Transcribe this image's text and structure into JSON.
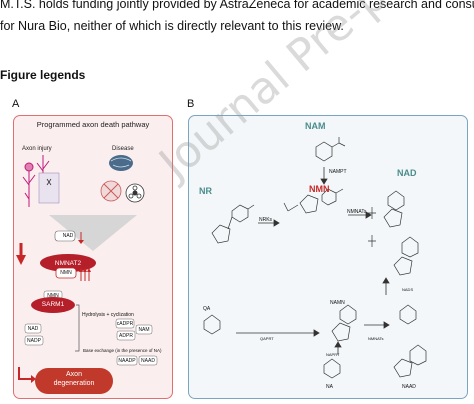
{
  "text": {
    "line1": "M.T.S. holds funding jointly provided by AstraZeneca for academic research and consult",
    "line2": "for Nura Bio, neither of which is directly relevant to this review.",
    "figure_legends": "Figure legends",
    "label_a": "A",
    "label_b": "B"
  },
  "panel_a": {
    "title": "Programmed axon death pathway",
    "axon_injury": "Axon injury",
    "disease": "Disease",
    "nad": "NAD",
    "nmnat2": "NMNAT2",
    "nmn": "NMN",
    "sarm1_nmn": "NMN",
    "sarm1": "SARM1",
    "hydrolysis": "Hydrolysis + cyclization",
    "cadpr": "cADPR",
    "nam": "NAM",
    "adpr": "ADPR",
    "nad2": "NAD",
    "nadp": "NADP",
    "base_exchange": "Base exchange (in the presence of NA)",
    "naadp": "NAADP",
    "naad": "NAAD",
    "axon_degeneration_1": "Axon",
    "axon_degeneration_2": "degeneration"
  },
  "panel_b": {
    "nam": "NAM",
    "nampt": "NAMPT",
    "nmn": "NMN",
    "nad": "NAD",
    "nr": "NR",
    "nrks": "NRKs",
    "nmnats": "NMNATs",
    "qa": "QA",
    "namn": "NAMN",
    "qaprt": "QAPRT",
    "nmnats2": "NMNATs",
    "nads": "NADS",
    "naprt": "NAPRT",
    "na": "NA",
    "naad": "NAAD"
  },
  "watermark": "Journal Pre-proof",
  "colors": {
    "panel_a_border": "#e06f6f",
    "panel_a_bg": "#fbeeee",
    "panel_b_border": "#7aa6c2",
    "panel_b_bg": "#f3f7f9",
    "red": "#c62828",
    "teal": "#4c8c8c"
  }
}
